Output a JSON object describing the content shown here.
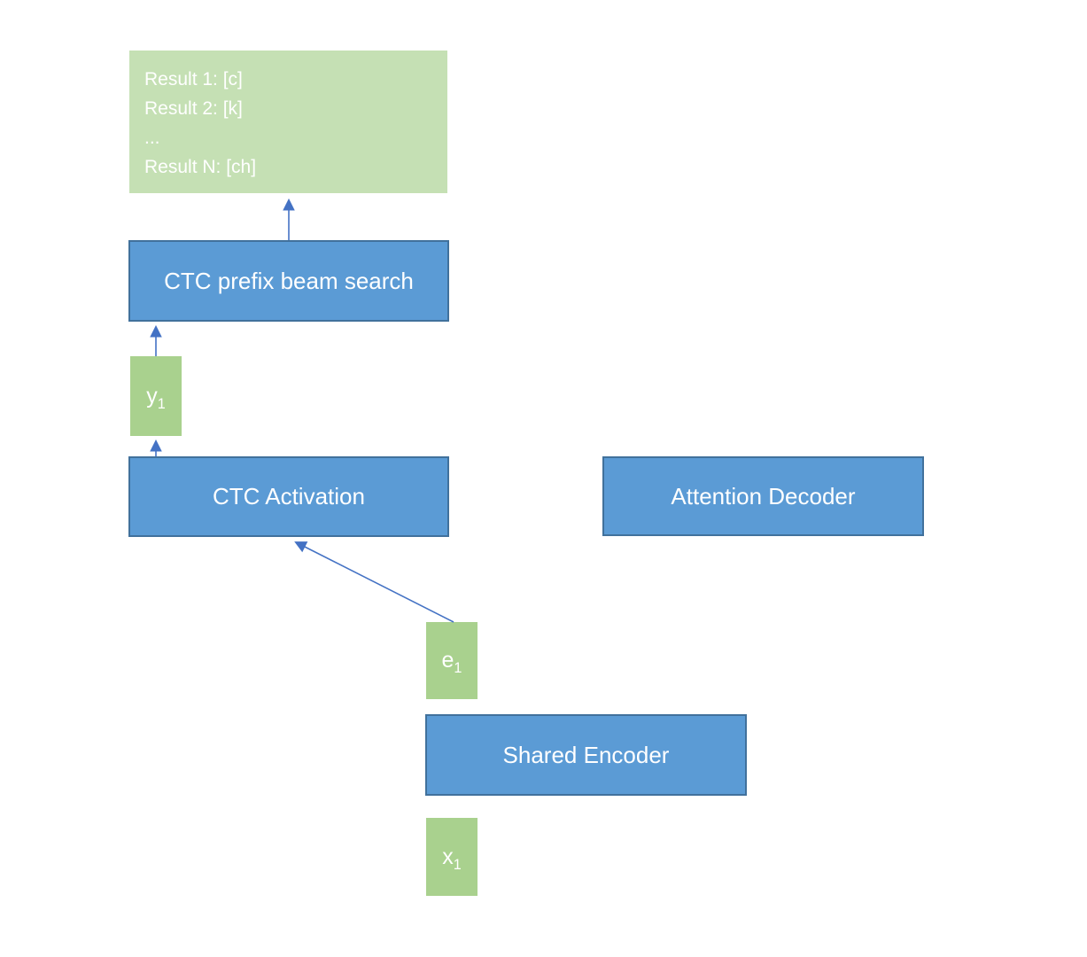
{
  "diagram": {
    "results_box": {
      "lines": [
        "Result 1: [c]",
        "Result 2: [k]",
        "...",
        "Result N: [ch]"
      ]
    },
    "nodes": {
      "beam_search": {
        "label": "CTC prefix beam search"
      },
      "ctc_activation": {
        "label": "CTC Activation"
      },
      "attention_decoder": {
        "label": "Attention Decoder"
      },
      "shared_encoder": {
        "label": "Shared Encoder"
      },
      "y1": {
        "base": "y",
        "sub": "1"
      },
      "e1": {
        "base": "e",
        "sub": "1"
      },
      "x1": {
        "base": "x",
        "sub": "1"
      }
    },
    "colors": {
      "box_blue_fill": "#5b9bd5",
      "box_blue_border": "#41719c",
      "results_green_fill": "#c5e0b4",
      "small_green_fill": "#a9d18e",
      "arrow_blue": "#4472c4",
      "text_white": "#ffffff"
    }
  }
}
